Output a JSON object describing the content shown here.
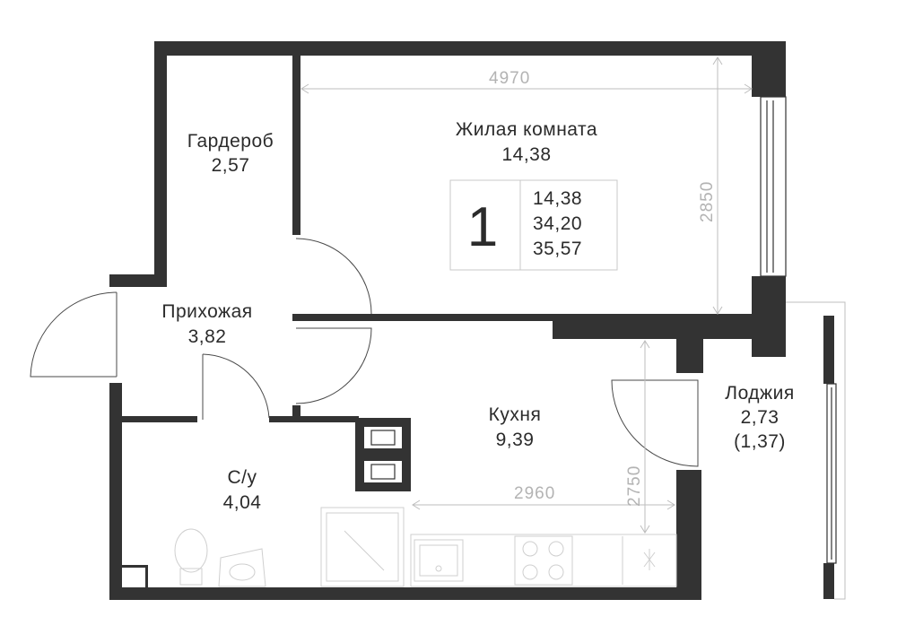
{
  "plan": {
    "rooms": [
      {
        "id": "living",
        "name": "Жилая комната",
        "area": "14,38"
      },
      {
        "id": "wardrobe",
        "name": "Гардероб",
        "area": "2,57"
      },
      {
        "id": "hall",
        "name": "Прихожая",
        "area": "3,82"
      },
      {
        "id": "kitchen",
        "name": "Кухня",
        "area": "9,39"
      },
      {
        "id": "bath",
        "name": "С/у",
        "area": "4,04"
      },
      {
        "id": "loggia",
        "name": "Лоджия",
        "area": "2,73",
        "area_reduced": "(1,37)"
      }
    ],
    "summary": {
      "rooms_count": "1",
      "living_area": "14,38",
      "total_area": "34,20",
      "total_with_loggia": "35,57"
    },
    "dimensions": {
      "living_width": "4970",
      "living_depth": "2850",
      "kitchen_width": "2960",
      "kitchen_depth": "2750"
    },
    "colors": {
      "wall": "#333333",
      "dimension": "#b3b3b3",
      "text": "#2b2b2b"
    }
  }
}
